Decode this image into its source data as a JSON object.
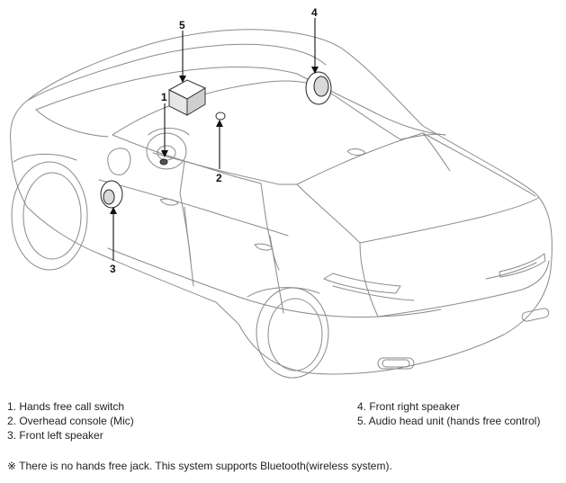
{
  "callouts": {
    "c1": "1",
    "c2": "2",
    "c3": "3",
    "c4": "4",
    "c5": "5"
  },
  "legend": {
    "item1": "1. Hands free call switch",
    "item2": "2. Overhead console (Mic)",
    "item3": "3. Front left speaker",
    "item4": "4. Front right speaker",
    "item5": "5. Audio head unit (hands free control)"
  },
  "footnote": "※ There is no hands free jack. This system supports Bluetooth(wireless system)."
}
